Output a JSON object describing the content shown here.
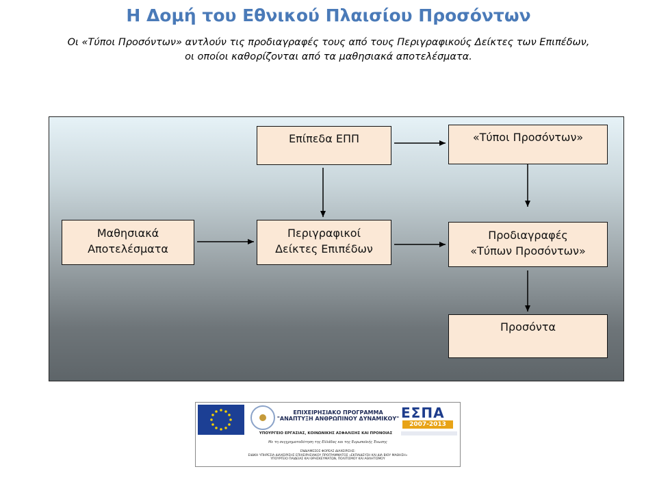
{
  "title": "Η Δομή του Εθνικού Πλαισίου Προσόντων",
  "subtitle": {
    "line1": "Οι «Τύποι Προσόντων» αντλούν τις προδιαγραφές τους από τους Περιγραφικούς Δείκτες των Επιπέδων,",
    "line2": "οι οποίοι καθορίζονται από τα μαθησιακά αποτελέσματα."
  },
  "diagram": {
    "nodes": {
      "epipeda": {
        "line1": "Επίπεδα ΕΠΠ",
        "line2": ""
      },
      "typoi": {
        "line1": "«Τύποι Προσόντων»",
        "line2": ""
      },
      "mathisiaka": {
        "line1": "Μαθησιακά",
        "line2": "Αποτελέσματα"
      },
      "perigrafikoi": {
        "line1": "Περιγραφικοί",
        "line2": "Δείκτες Επιπέδων"
      },
      "prodiagrafes": {
        "line1": "Προδιαγραφές",
        "line2": "«Τύπων Προσόντων»"
      },
      "prosonta": {
        "line1": "Προσόντα",
        "line2": ""
      }
    },
    "edges": [
      {
        "from": "epipeda",
        "to": "typoi"
      },
      {
        "from": "epipeda",
        "to": "perigrafikoi"
      },
      {
        "from": "typoi",
        "to": "prodiagrafes"
      },
      {
        "from": "mathisiaka",
        "to": "perigrafikoi"
      },
      {
        "from": "perigrafikoi",
        "to": "prodiagrafes"
      },
      {
        "from": "prodiagrafes",
        "to": "prosonta"
      }
    ]
  },
  "logo": {
    "program_line1": "ΕΠΙΧΕΙΡΗΣΙΑΚΟ ΠΡΟΓΡΑΜΜΑ",
    "program_line2": "\"ΑΝΑΠΤΥΞΗ ΑΝΘΡΩΠΙΝΟΥ ΔΥΝΑΜΙΚΟΥ\"",
    "espa": "ΕΣΠΑ",
    "espa_years": "2007-2013",
    "ministry": "ΥΠΟΥΡΓΕΙΟ ΕΡΓΑΣΙΑΣ, ΚΟΙΝΩΝΙΚΗΣ ΑΣΦΑΛΙΣΗΣ ΚΑΙ ΠΡΟΝΟΙΑΣ",
    "cofund": "Με τη συγχρηματοδότηση της Ελλάδας και της Ευρωπαϊκής Ένωσης",
    "auth_line1": "ΕΝΔΙΑΜΕΣΟΣ ΦΟΡΕΑΣ ΔΙΑΧΕΙΡΙΣΗΣ:",
    "auth_line2": "ΕΙΔΙΚΗ ΥΠΗΡΕΣΙΑ ΔΙΑΧΕΙΡΙΣΗΣ ΕΠΙΧΕΙΡΗΣΙΑΚΟΥ ΠΡΟΓΡΑΜΜΑΤΟΣ «ΕΚΠΑΙΔΕΥΣΗ ΚΑΙ ΔΙΑ ΒΙΟΥ ΜΑΘΗΣΗ»",
    "auth_line3": "ΥΠΟΥΡΓΕΙΟ ΠΑΙΔΕΙΑΣ ΚΑΙ ΘΡΗΣΚΕΥΜΑΤΩΝ, ΠΟΛΙΤΙΣΜΟΥ ΚΑΙ ΑΘΛΗΤΙΣΜΟΥ"
  }
}
